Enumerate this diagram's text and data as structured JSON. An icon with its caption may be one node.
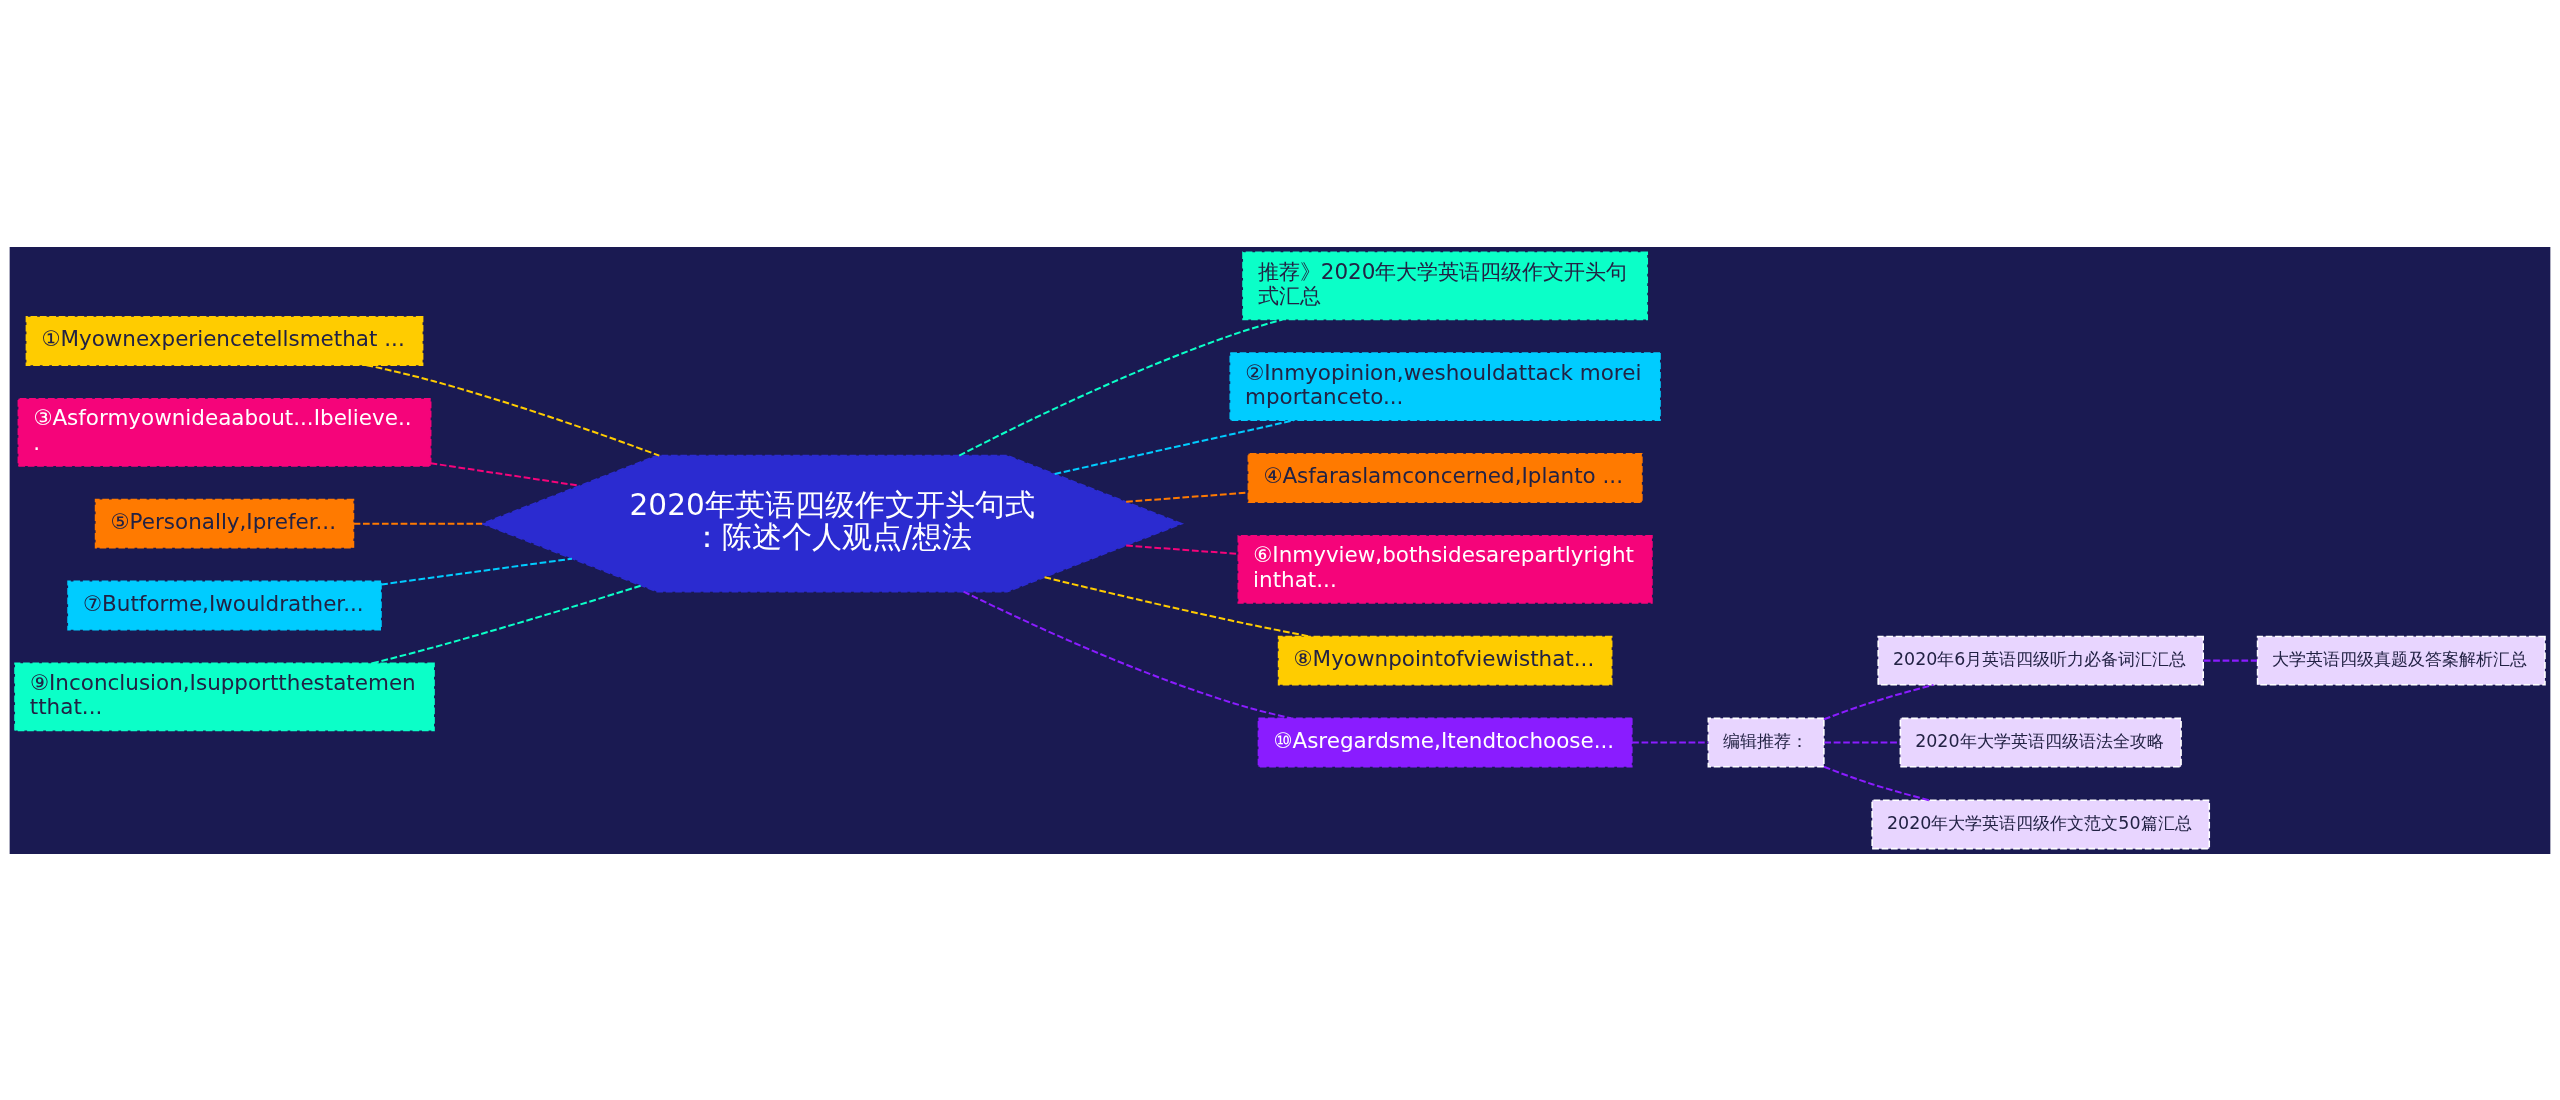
{
  "diagram": {
    "nodes": [
      {
        "text": [
          "2020年英语四级作文开头句式：陈述个人观点/想法"
        ]
      },
      {
        "text": [
          "①Myownexperiencetellsmethat ..."
        ]
      },
      {
        "text": [
          "③Asformyownideaabout...Ibelieve..."
        ]
      },
      {
        "text": [
          "⑤Personally,Iprefer..."
        ]
      },
      {
        "text": [
          "⑦Butforme,Iwouldrather..."
        ]
      },
      {
        "text": [
          "⑨Inconclusion,Isupportthestatementthat..."
        ]
      },
      {
        "text": [
          "推荐》2020年大学英语四级作文开头句式汇总"
        ]
      },
      {
        "text": [
          "②Inmyopinion,weshouldattack moreimportanceto..."
        ]
      },
      {
        "text": [
          "④Asfaraslamconcerned,Iplanto ..."
        ]
      },
      {
        "text": [
          "⑥Inmyview,bothsidesarepartlyrightinthat..."
        ]
      },
      {
        "text": [
          "⑧Myownpointofviewisthat..."
        ]
      },
      {
        "text": [
          "⑩Asregardsme,Itendtochoose..."
        ]
      },
      {
        "text": [
          "编辑推荐："
        ]
      },
      {
        "text": [
          "2020年6月英语四级听力必备词汇汇总"
        ]
      },
      {
        "text": [
          "大学英语四级真题及答案解析汇总"
        ]
      },
      {
        "text": [
          "2020年大学英语四级语法全攻略"
        ]
      },
      {
        "text": [
          "2020年大学英语四级作文范文50篇汇总"
        ]
      }
    ],
    "edges": [
      {
        "from": 0,
        "to": 1,
        "arrow": "none",
        "style": "dashed",
        "color": "#ffcc00"
      },
      {
        "from": 0,
        "to": 2,
        "arrow": "none",
        "style": "dashed",
        "color": "#f5047a"
      },
      {
        "from": 0,
        "to": 3,
        "arrow": "none",
        "style": "dashed",
        "color": "#ff7a00"
      },
      {
        "from": 0,
        "to": 4,
        "arrow": "none",
        "style": "dashed",
        "color": "#00ccff"
      },
      {
        "from": 0,
        "to": 5,
        "arrow": "none",
        "style": "dashed",
        "color": "#0bffc8"
      },
      {
        "from": 0,
        "to": 6,
        "arrow": "none",
        "style": "dashed",
        "color": "#0bffc8"
      },
      {
        "from": 0,
        "to": 7,
        "arrow": "none",
        "style": "dashed",
        "color": "#00ccff"
      },
      {
        "from": 0,
        "to": 8,
        "arrow": "none",
        "style": "dashed",
        "color": "#ff7a00"
      },
      {
        "from": 0,
        "to": 9,
        "arrow": "none",
        "style": "dashed",
        "color": "#f5047a"
      },
      {
        "from": 0,
        "to": 10,
        "arrow": "none",
        "style": "dashed",
        "color": "#ffcc00"
      },
      {
        "from": 0,
        "to": 11,
        "arrow": "none",
        "style": "dashed",
        "color": "#8a1cff"
      },
      {
        "from": 11,
        "to": 12,
        "arrow": "none",
        "style": "dashed",
        "color": "#8a1cff"
      },
      {
        "from": 12,
        "to": 13,
        "arrow": "none",
        "style": "dashed",
        "color": "#8a1cff"
      },
      {
        "from": 13,
        "to": 14,
        "arrow": "none",
        "style": "dashed",
        "color": "#8a1cff"
      },
      {
        "from": 12,
        "to": 15,
        "arrow": "none",
        "style": "dashed",
        "color": "#8a1cff"
      },
      {
        "from": 12,
        "to": 16,
        "arrow": "none",
        "style": "dashed",
        "color": "#8a1cff"
      }
    ]
  }
}
